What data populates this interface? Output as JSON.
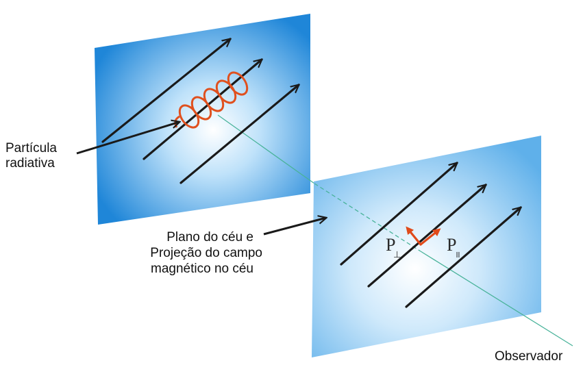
{
  "labels": {
    "particle_line1": "Partícula",
    "particle_line2": "radiativa",
    "sky_line1": "Plano do céu e",
    "sky_line2": "Projeção do campo",
    "sky_line3": "magnético no céu",
    "p_perp": "P",
    "p_perp_sub": "⊥",
    "p_par": "P",
    "p_par_sub": "॥",
    "observer": "Observador"
  },
  "colors": {
    "panel_edge": "#1f86d8",
    "panel_center": "#ffffff",
    "field_arrow": "#1a1a1a",
    "spiral": "#e0501e",
    "polarization_arrow": "#e04a1a",
    "line_of_sight": "#49b39a"
  }
}
